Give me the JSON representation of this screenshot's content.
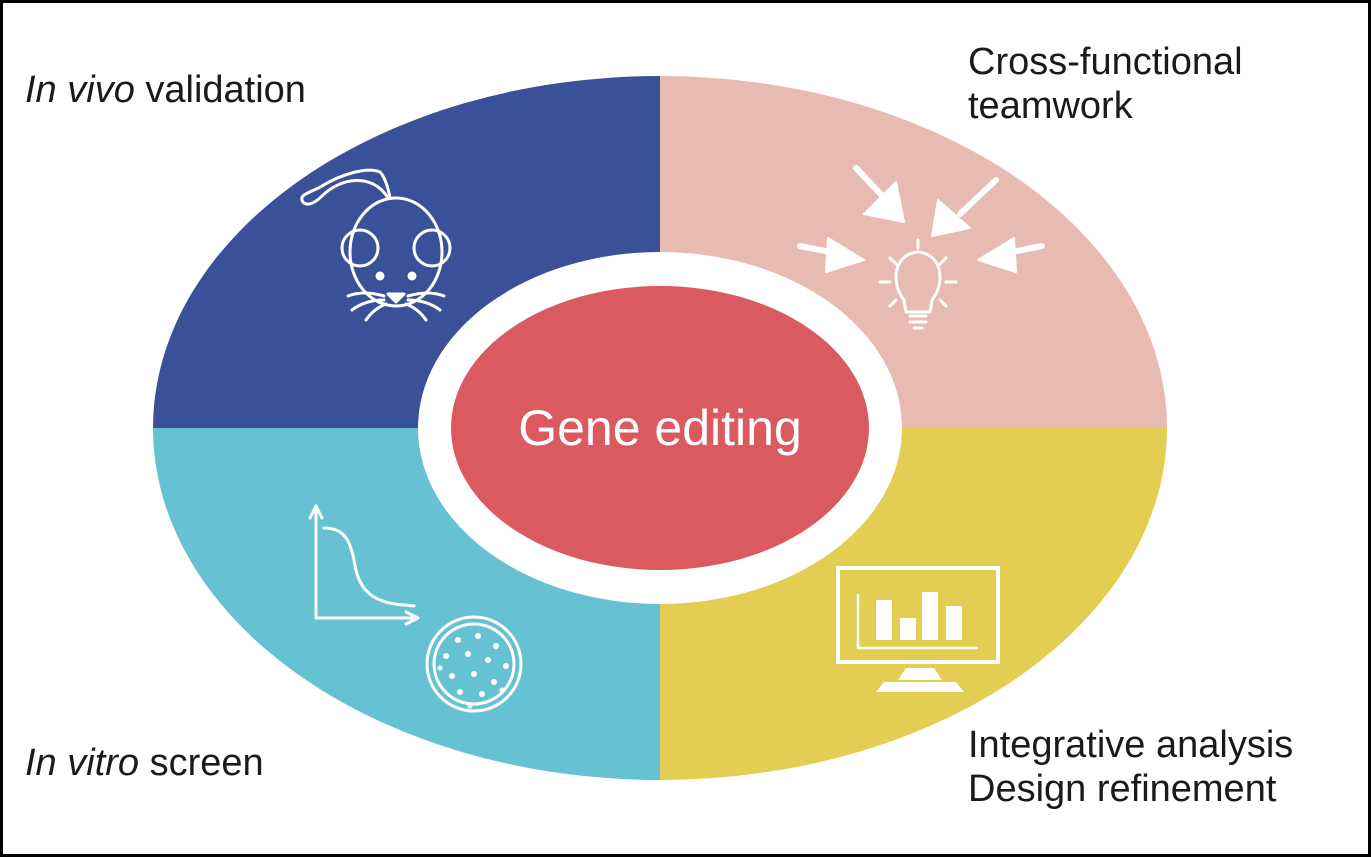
{
  "center": {
    "label": "Gene editing"
  },
  "quadrants": {
    "top_left": {
      "label_italic": "In vivo",
      "label_rest": " validation",
      "color": "#3A5099",
      "icon": "mouse-icon"
    },
    "top_right": {
      "line1": "Cross-functional",
      "line2": "teamwork",
      "color": "#E8BBB2",
      "icon": "lightbulb-icon"
    },
    "bottom_left": {
      "label_italic": "In vitro",
      "label_rest": " screen",
      "color": "#66C2D3",
      "icon": "curve-and-petri-dish-icon"
    },
    "bottom_right": {
      "line1": "Integrative analysis",
      "line2": "Design refinement",
      "color": "#E3CD52",
      "icon": "monitor-bar-chart-icon"
    }
  },
  "colors": {
    "center_fill": "#DA5A60",
    "ring_gap": "#FFFFFF",
    "border": "#000000"
  }
}
